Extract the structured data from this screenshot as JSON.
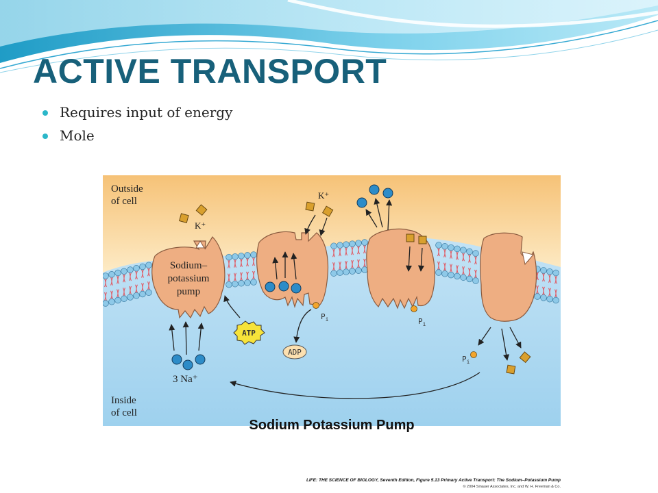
{
  "slide": {
    "title": "ACTIVE TRANSPORT",
    "bullets": [
      "Requires input of energy",
      "Mole"
    ]
  },
  "figure": {
    "caption": "Sodium Potassium Pump",
    "credit_line1": "LIFE: THE SCIENCE OF BIOLOGY, Seventh Edition, Figure 5.13 Primary Active Transport: The Sodium–Potassium Pump",
    "credit_line2": "© 2004 Sinauer Associates, Inc. and W. H. Freeman & Co.",
    "labels": {
      "outside_1": "Outside",
      "outside_2": "of cell",
      "inside_1": "Inside",
      "inside_2": "of cell",
      "pump_1": "Sodium–",
      "pump_2": "potassium",
      "pump_3": "pump",
      "k_ion": "K⁺",
      "na_ions": "3 Na⁺",
      "atp": "ATP",
      "adp": "ADP",
      "pi": "P",
      "pi_sub": "i"
    },
    "colors": {
      "outside_top": "#f6c277",
      "outside_bottom": "#fdebc6",
      "inside_top": "#cfe9f8",
      "inside_bottom": "#9ed1ee",
      "protein": "#eeae82",
      "sodium": "#2d8cc8",
      "potassium": "#d9a02e",
      "phosphate": "#f3a52c",
      "lipid_head": "#8ec9e8",
      "lipid_tail": "#e05a64",
      "title": "#17607a"
    }
  }
}
